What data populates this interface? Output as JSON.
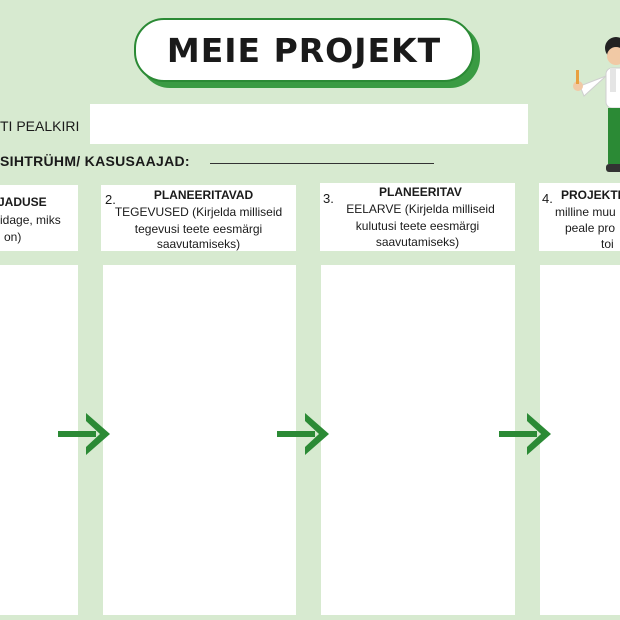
{
  "title": "MEIE PROJEKT",
  "project_name_label": "TI PEALKIRI",
  "target_group_label": "SIHTRÜHM/ KASUSAAJAD:",
  "columns": [
    {
      "number": "",
      "title": "JADUSE",
      "body_lines": [
        "idage, miks",
        "on)"
      ]
    },
    {
      "number": "2.",
      "title": "PLANEERITAVAD",
      "body_lines": [
        "TEGEVUSED (Kirjelda milliseid",
        "tegevusi teete eesmärgi",
        "saavutamiseks)"
      ]
    },
    {
      "number": "3.",
      "title": "PLANEERITAV",
      "body_lines": [
        "EELARVE (Kirjelda milliseid",
        "kulutusi teete eesmärgi",
        "saavutamiseks)"
      ]
    },
    {
      "number": "4.",
      "title": "PROJEKTI",
      "body_lines": [
        "milline muu",
        "peale pro",
        "toi"
      ]
    }
  ],
  "colors": {
    "background": "#d7ead0",
    "accent": "#2b8a35",
    "card": "#ffffff"
  },
  "icons": [
    "right-arrow-icon",
    "teacher-illustration"
  ]
}
